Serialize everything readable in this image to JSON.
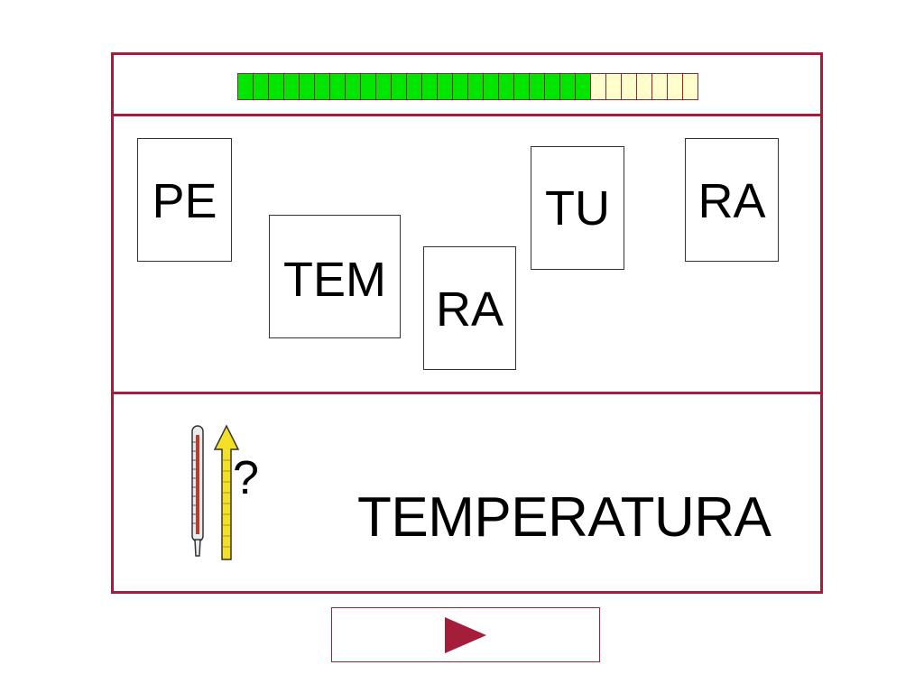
{
  "progress": {
    "filled_segments": 23,
    "total_segments": 30,
    "filled_color": "#00e600",
    "empty_color": "#ffffcc"
  },
  "cards": [
    {
      "id": "pe",
      "label": "PE"
    },
    {
      "id": "tem",
      "label": "TEM"
    },
    {
      "id": "ra-1",
      "label": "RA"
    },
    {
      "id": "tu",
      "label": "TU"
    },
    {
      "id": "ra-2",
      "label": "RA"
    }
  ],
  "hint": {
    "question_mark": "?",
    "icons": [
      "thermometer-icon",
      "arrow-up-icon"
    ]
  },
  "answer": {
    "word": "TEMPERATURA"
  },
  "navigation": {
    "next_icon": "play-triangle-icon"
  },
  "colors": {
    "frame": "#a41d3b",
    "arrow": "#f4e026",
    "play": "#a41d3b"
  }
}
